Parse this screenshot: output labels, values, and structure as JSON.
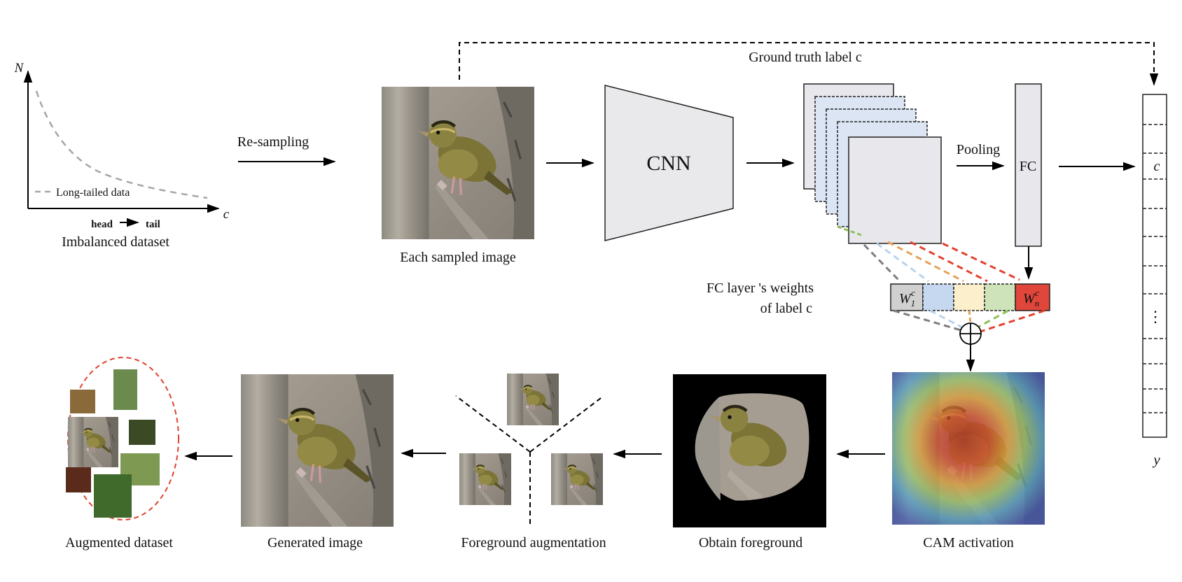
{
  "chart": {
    "y_axis": "N",
    "x_axis": "c",
    "legend": "Long-tailed data",
    "head": "head",
    "tail": "tail",
    "caption": "Imbalanced dataset"
  },
  "resampling": "Re-sampling",
  "ground_truth": "Ground truth label c",
  "sampled_caption": "Each sampled image",
  "cnn": "CNN",
  "pooling": "Pooling",
  "fc": "FC",
  "weights_line1": "FC layer 's weights",
  "weights_line2": "of label c",
  "weights": {
    "first": "W",
    "first_sub": "1",
    "first_sup": "c",
    "last": "W",
    "last_sub": "n",
    "last_sup": "c"
  },
  "output": {
    "class_label": "c",
    "dots": "⋮",
    "y_label": "y"
  },
  "captions": {
    "cam": "CAM activation",
    "obtain": "Obtain foreground",
    "fg_aug": "Foreground augmentation",
    "generated": "Generated image",
    "augmented": "Augmented dataset"
  },
  "colors": {
    "gray": "#7d7d7d",
    "blue": "#b9d3ee",
    "orange": "#e6a157",
    "green": "#8fbf5a",
    "red": "#e2422f",
    "cell_gray": "#d0d0d0",
    "cell_blue": "#c5d8ef",
    "cell_yellow": "#fcefcb",
    "cell_green": "#cfe3ba",
    "cell_red": "#e0463a",
    "map_fill": "#e8e8ec",
    "map_blue": "#dbe5f3"
  }
}
